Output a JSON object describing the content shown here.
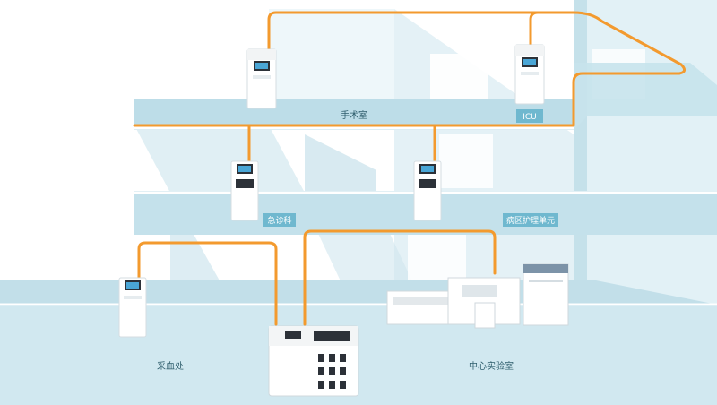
{
  "rooms": {
    "operating_room": "手术室",
    "icu": "ICU",
    "emergency": "急诊科",
    "ward_nursing_unit": "病区护理单元",
    "blood_collection": "采血处",
    "central_lab": "中心实验室"
  },
  "colors": {
    "pipe": "#f39a2e",
    "floor_slab": "#bfe0ea",
    "floor_edge": "#e9f6fa",
    "glass": "#cfe6ef",
    "label_bg": "#6fb8cf",
    "device_body": "#ffffff",
    "screen_frame": "#2c3138",
    "screen": "#4aa6d6"
  }
}
